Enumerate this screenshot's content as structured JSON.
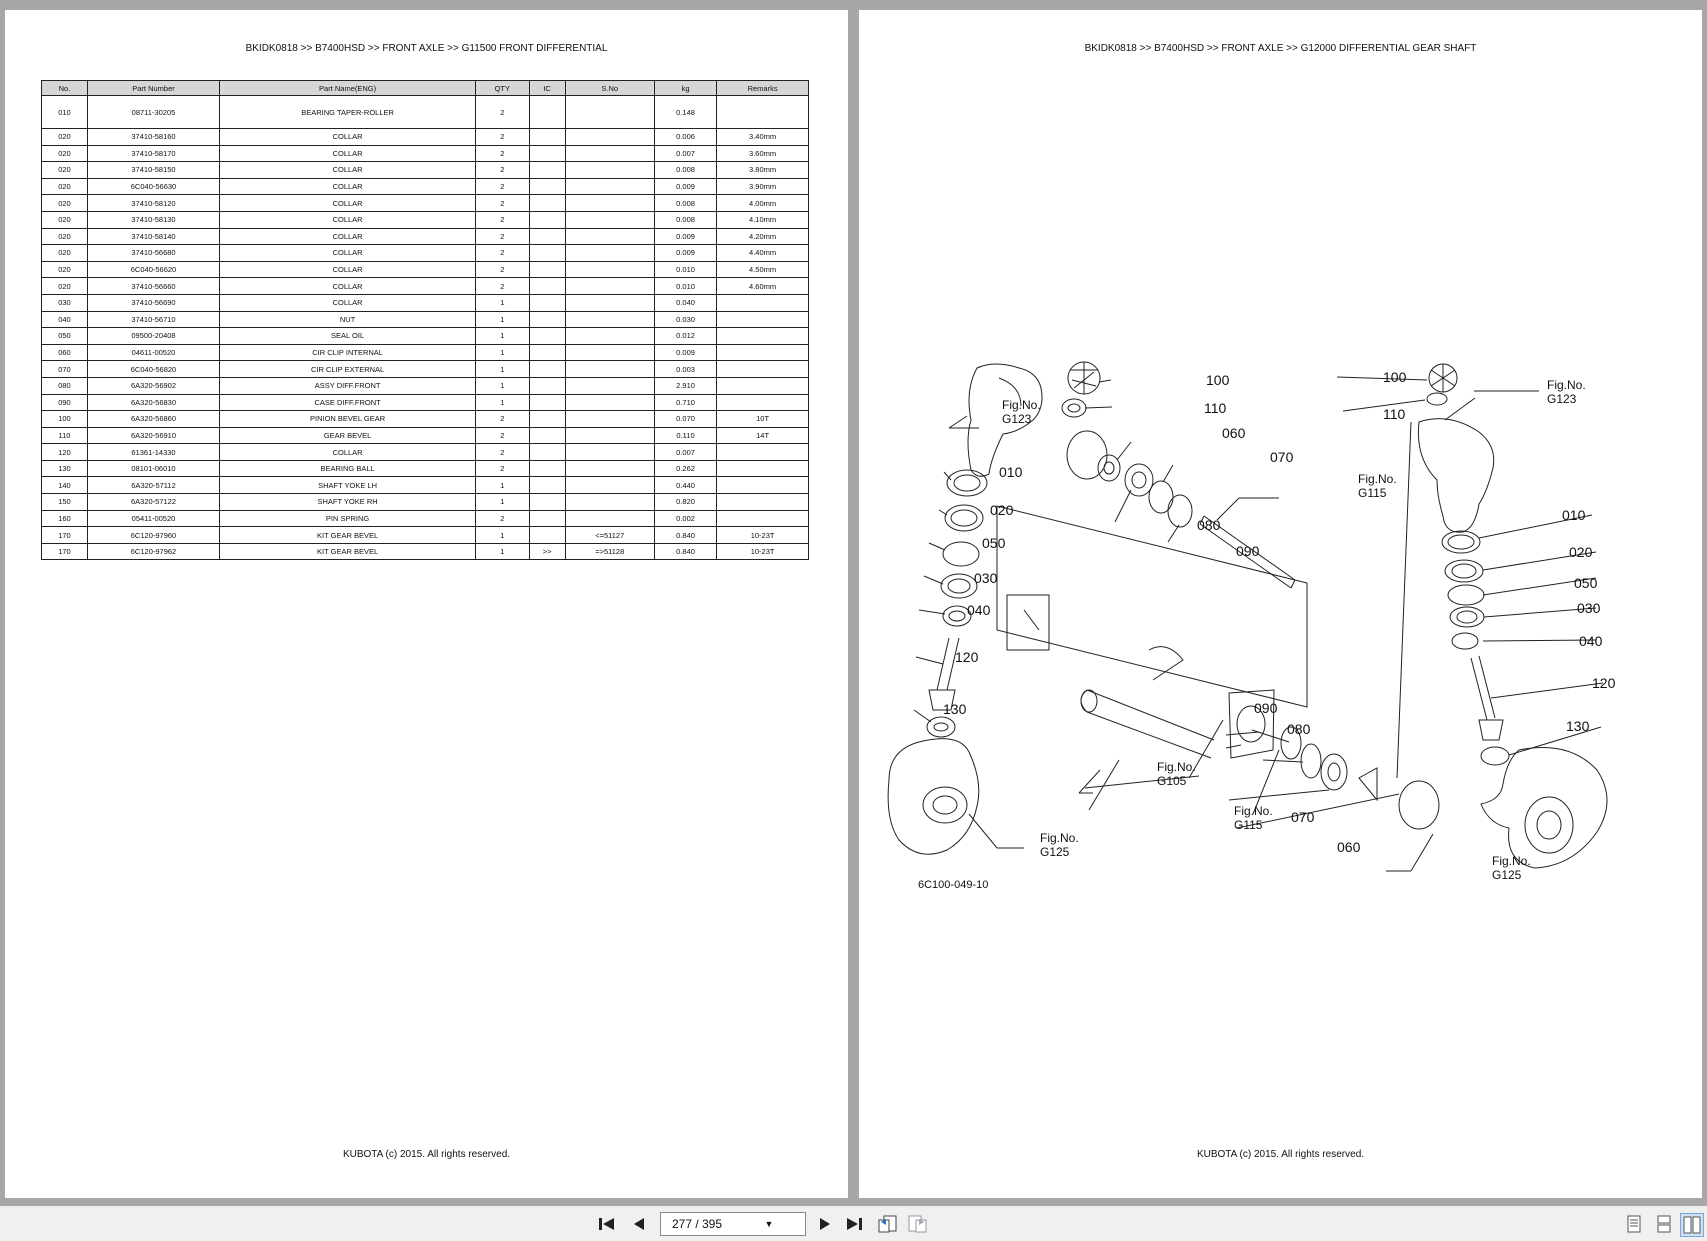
{
  "left_page": {
    "breadcrumb": "BKIDK0818 >> B7400HSD >> FRONT AXLE >> G11500   FRONT DIFFERENTIAL",
    "footer": "KUBOTA (c) 2015. All rights reserved.",
    "table": {
      "headers": [
        "No.",
        "Part Number",
        "Part Name(ENG)",
        "QTY",
        "IC",
        "S.No",
        "kg",
        "Remarks"
      ],
      "rows": [
        [
          "010",
          "08711-30205",
          "BEARING TAPER-ROLLER",
          "2",
          "",
          "",
          "0.148",
          ""
        ],
        [
          "020",
          "37410-58160",
          "COLLAR",
          "2",
          "",
          "",
          "0.006",
          "3.40mm"
        ],
        [
          "020",
          "37410-58170",
          "COLLAR",
          "2",
          "",
          "",
          "0.007",
          "3.60mm"
        ],
        [
          "020",
          "37410-58150",
          "COLLAR",
          "2",
          "",
          "",
          "0.008",
          "3.80mm"
        ],
        [
          "020",
          "6C040-56630",
          "COLLAR",
          "2",
          "",
          "",
          "0.009",
          "3.90mm"
        ],
        [
          "020",
          "37410-58120",
          "COLLAR",
          "2",
          "",
          "",
          "0.008",
          "4.00mm"
        ],
        [
          "020",
          "37410-58130",
          "COLLAR",
          "2",
          "",
          "",
          "0.008",
          "4.10mm"
        ],
        [
          "020",
          "37410-58140",
          "COLLAR",
          "2",
          "",
          "",
          "0.009",
          "4.20mm"
        ],
        [
          "020",
          "37410-56680",
          "COLLAR",
          "2",
          "",
          "",
          "0.009",
          "4.40mm"
        ],
        [
          "020",
          "6C040-56620",
          "COLLAR",
          "2",
          "",
          "",
          "0.010",
          "4.50mm"
        ],
        [
          "020",
          "37410-56660",
          "COLLAR",
          "2",
          "",
          "",
          "0.010",
          "4.60mm"
        ],
        [
          "030",
          "37410-56690",
          "COLLAR",
          "1",
          "",
          "",
          "0.040",
          ""
        ],
        [
          "040",
          "37410-56710",
          "NUT",
          "1",
          "",
          "",
          "0.030",
          ""
        ],
        [
          "050",
          "09500-20408",
          "SEAL OIL",
          "1",
          "",
          "",
          "0.012",
          ""
        ],
        [
          "060",
          "04611-00520",
          "CIR CLIP INTERNAL",
          "1",
          "",
          "",
          "0.009",
          ""
        ],
        [
          "070",
          "6C040-56820",
          "CIR CLIP EXTERNAL",
          "1",
          "",
          "",
          "0.003",
          ""
        ],
        [
          "080",
          "6A320-56902",
          "ASSY DIFF.FRONT",
          "1",
          "",
          "",
          "2.910",
          ""
        ],
        [
          "090",
          "6A320-56830",
          "CASE DIFF.FRONT",
          "1",
          "",
          "",
          "0.710",
          ""
        ],
        [
          "100",
          "6A320-56860",
          "PINION BEVEL GEAR",
          "2",
          "",
          "",
          "0.070",
          "10T"
        ],
        [
          "110",
          "6A320-56910",
          "GEAR BEVEL",
          "2",
          "",
          "",
          "0.110",
          "14T"
        ],
        [
          "120",
          "61361-14330",
          "COLLAR",
          "2",
          "",
          "",
          "0.007",
          ""
        ],
        [
          "130",
          "08101-06010",
          "BEARING BALL",
          "2",
          "",
          "",
          "0.262",
          ""
        ],
        [
          "140",
          "6A320-57112",
          "SHAFT YOKE LH",
          "1",
          "",
          "",
          "0.440",
          ""
        ],
        [
          "150",
          "6A320-57122",
          "SHAFT YOKE RH",
          "1",
          "",
          "",
          "0.820",
          ""
        ],
        [
          "160",
          "05411-00520",
          "PIN SPRING",
          "2",
          "",
          "",
          "0.002",
          ""
        ],
        [
          "170",
          "6C120-97960",
          "KIT GEAR BEVEL",
          "1",
          "",
          "<=51127",
          "0.840",
          "10-23T"
        ],
        [
          "170",
          "6C120-97962",
          "KIT GEAR BEVEL",
          "1",
          ">>",
          "=>51128",
          "0.840",
          "10-23T"
        ]
      ]
    }
  },
  "right_page": {
    "breadcrumb": "BKIDK0818 >> B7400HSD >> FRONT AXLE >> G12000   DIFFERENTIAL GEAR SHAFT",
    "footer": "KUBOTA (c) 2015. All rights reserved.",
    "drawing_code": "6C100-049-10",
    "callouts_left": [
      "100",
      "110",
      "060",
      "070",
      "080",
      "090",
      "010",
      "020",
      "050",
      "030",
      "040",
      "120",
      "130"
    ],
    "callouts_right": [
      "100",
      "110",
      "010",
      "020",
      "050",
      "030",
      "040",
      "120",
      "130"
    ],
    "callouts_center": [
      "090",
      "080",
      "070",
      "060"
    ],
    "fig_refs": {
      "fig_no_label": "Fig.No.",
      "g123_left": "G123",
      "g123_right": "G123",
      "g115_top": "G115",
      "g105": "G105",
      "g115_bottom": "G115",
      "g125_left": "G125",
      "g125_right": "G125"
    }
  },
  "toolbar": {
    "page_indicator": "277 / 395",
    "icons": [
      "first-page-icon",
      "previous-page-icon",
      "next-page-icon",
      "last-page-icon",
      "go-back-view-icon",
      "go-forward-view-icon",
      "single-page-view-icon",
      "continuous-view-icon",
      "facing-pages-view-icon"
    ]
  }
}
